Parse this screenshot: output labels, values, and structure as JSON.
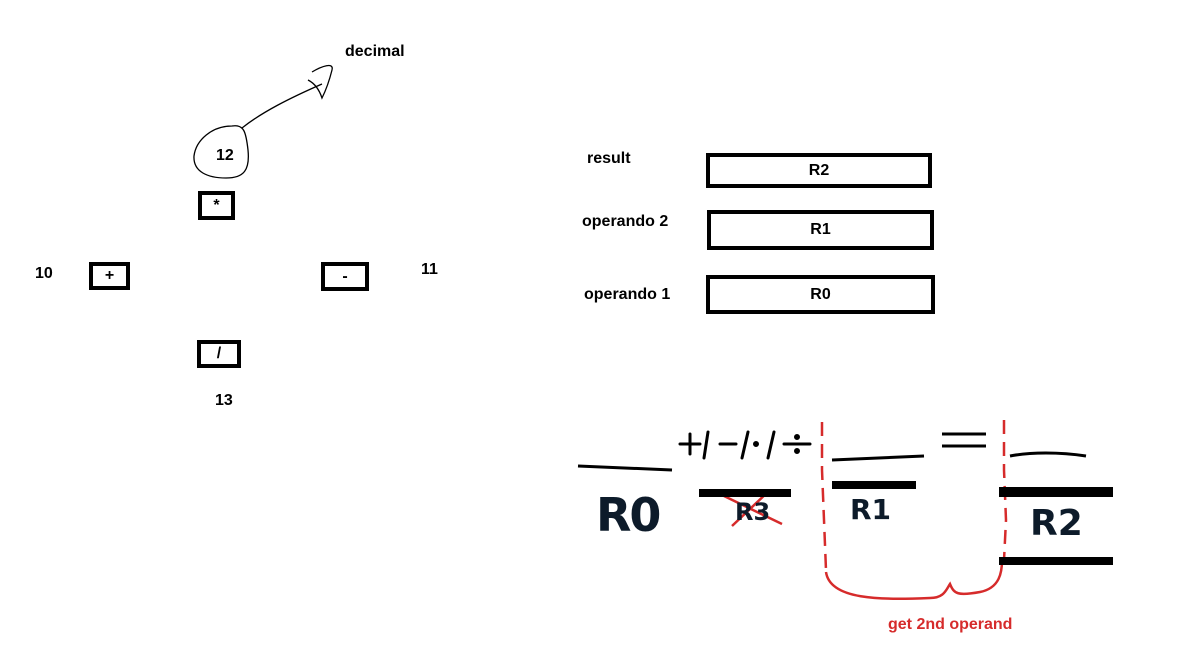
{
  "operators": {
    "decimal_label": "decimal",
    "top_code": "12",
    "multiply": "*",
    "left_code": "10",
    "plus": "+",
    "minus": "-",
    "right_code": "11",
    "divide": "/",
    "bottom_code": "13"
  },
  "registers": {
    "result_label": "result",
    "result_reg": "R2",
    "operand2_label": "operando 2",
    "operand2_reg": "R1",
    "operand1_label": "operando 1",
    "operand1_reg": "R0"
  },
  "sequence": {
    "r0": "R0",
    "crossed": "R3",
    "r1": "R1",
    "r2": "R2",
    "annotation": "get 2nd operand"
  },
  "colors": {
    "ink": "#000000",
    "annotation": "#d62b2b",
    "register_text": "#0d1b2a"
  }
}
